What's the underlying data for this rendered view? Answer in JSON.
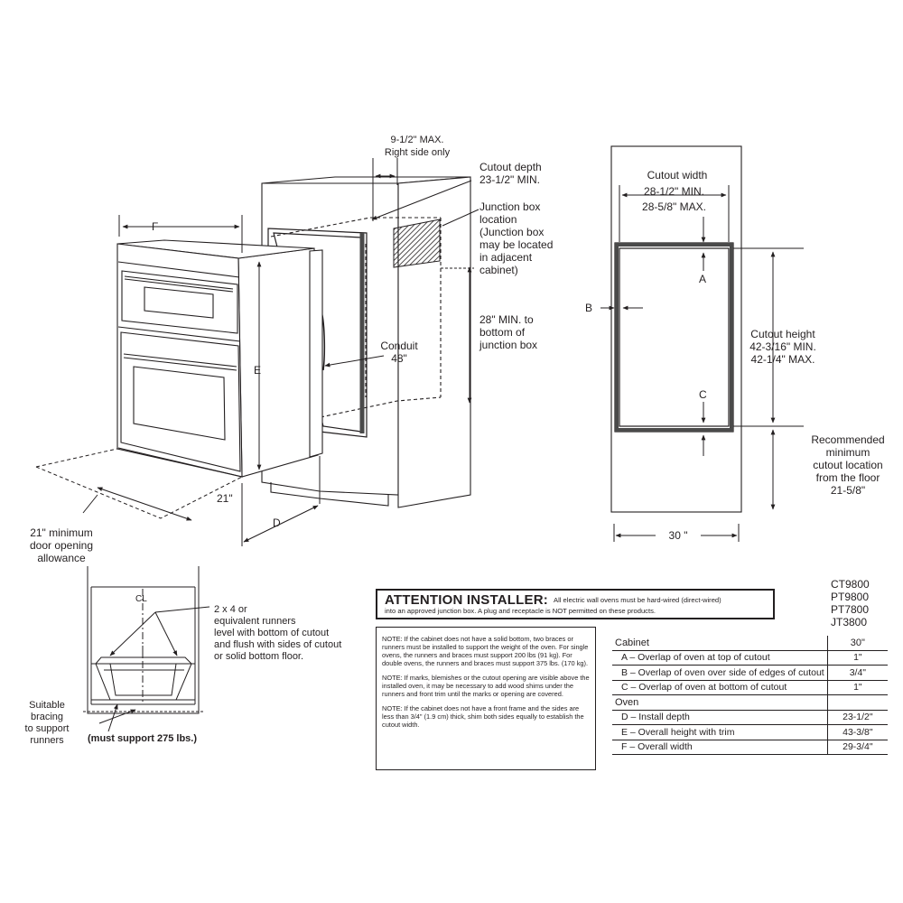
{
  "oven_view": {
    "dim_f": "F",
    "dim_e": "E",
    "dim_d": "D",
    "dim_21": "21\"",
    "door_allowance": "21\" minimum\ndoor opening\nallowance",
    "side_max": "9-1/2\" MAX.\nRight side only",
    "cutout_depth": "Cutout depth\n23-1/2\" MIN.",
    "junction_box": "Junction box\nlocation\n(Junction box\nmay be located\nin adjacent\ncabinet)",
    "min_to_jbox": "28\" MIN. to\nbottom of\njunction box",
    "conduit": "Conduit\n48\""
  },
  "cutout_view": {
    "width_title": "Cutout width",
    "width_min": "28-1/2\" MIN.",
    "width_max": "28-5/8\" MAX.",
    "label_a": "A",
    "label_b": "B",
    "label_c": "C",
    "height": "Cutout height\n42-3/16\" MIN.\n42-1/4\" MAX.",
    "floor_location": "Recommended\nminimum\ncutout location\nfrom the floor\n21-5/8\"",
    "cabinet_width": "30 \""
  },
  "runner_view": {
    "centerline": "CL",
    "runners": "2 x 4 or\nequivalent runners\nlevel with bottom of cutout\nand flush with sides of cutout\nor solid bottom floor.",
    "bracing": "Suitable\nbracing\nto support\nrunners",
    "support": "(must support 275 lbs.)"
  },
  "attention": {
    "title": "ATTENTION INSTALLER:",
    "line1": "All electric wall ovens must be hard-wired (direct-wired)",
    "line2": "into an approved junction box. A plug and receptacle is NOT permitted on these products."
  },
  "notes": [
    "NOTE: If the cabinet does not have a solid bottom, two braces or runners must be installed to support the weight of the oven. For single ovens, the runners and braces must support 200 lbs (91 kg). For double ovens, the runners and braces must support 375 lbs. (170 kg).",
    "NOTE: If marks, blemishes or the cutout opening are visible above the installed oven, it may be necessary to add wood shims under the runners and front trim until the marks or opening are covered.",
    "NOTE: If the cabinet does not have a front frame and the sides are less than 3/4\" (1.9 cm) thick, shim both sides equally to establish the cutout width."
  ],
  "models": [
    "CT9800",
    "PT9800",
    "PT7800",
    "JT3800"
  ],
  "spec_table": {
    "rows": [
      {
        "label": "Cabinet",
        "value": "30\"",
        "header": true
      },
      {
        "label": "A – Overlap of oven at top of cutout",
        "value": "1\""
      },
      {
        "label": "B – Overlap of oven over side of edges of cutout",
        "value": "3/4\""
      },
      {
        "label": "C – Overlap of oven at bottom of cutout",
        "value": "1\""
      },
      {
        "label": "Oven",
        "value": "",
        "header": true
      },
      {
        "label": "D – Install depth",
        "value": "23-1/2\""
      },
      {
        "label": "E – Overall height with trim",
        "value": "43-3/8\""
      },
      {
        "label": "F – Overall width",
        "value": "29-3/4\""
      }
    ]
  }
}
